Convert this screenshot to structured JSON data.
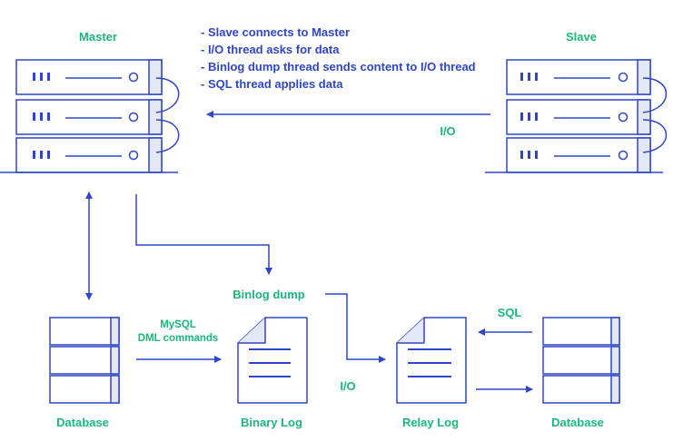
{
  "nodes": {
    "master": "Master",
    "slave": "Slave",
    "database_left": "Database",
    "binary_log": "Binary Log",
    "relay_log": "Relay Log",
    "database_right": "Database"
  },
  "edges": {
    "io_top": "I/O",
    "binlog_dump": "Binlog dump",
    "io_bottom": "I/O",
    "sql": "SQL",
    "dml_line1": "MySQL",
    "dml_line2": "DML commands"
  },
  "steps": [
    "- Slave connects to Master",
    "- I/O thread asks for data",
    "- Binlog dump thread sends content to I/O thread",
    "- SQL thread applies data"
  ],
  "colors": {
    "stroke": "#2f46c6",
    "label_green": "#19b87a",
    "label_blue": "#2f46c6",
    "fill_light": "#e3e7f6"
  }
}
